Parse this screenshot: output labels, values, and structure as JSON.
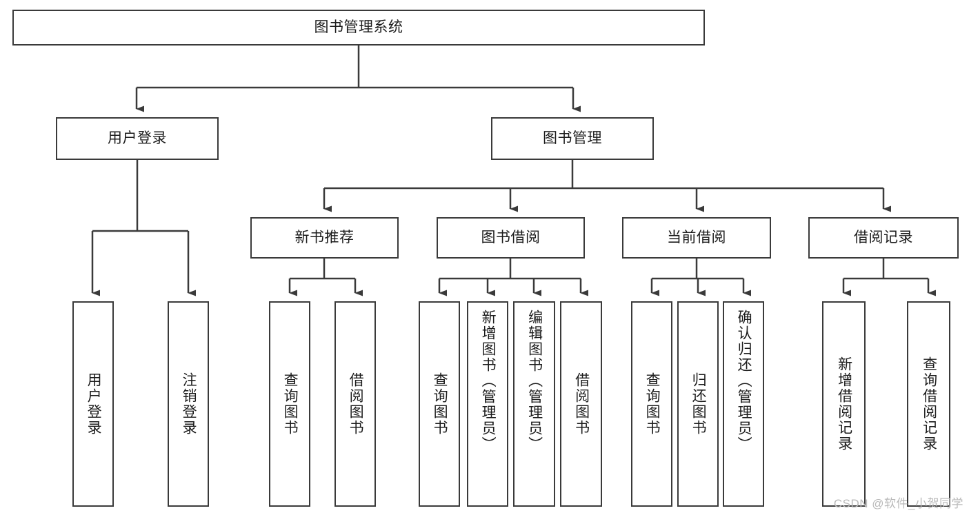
{
  "diagram": {
    "type": "tree-hierarchy",
    "title": "图书管理系统",
    "orientation": "top-down",
    "colors": {
      "box_border": "#3a3a3a",
      "box_fill": "#ffffff",
      "connector": "#3a3a3a",
      "text": "#1c1c1c",
      "watermark": "#b9b9b9"
    },
    "root": {
      "label": "图书管理系统"
    },
    "level2": [
      {
        "label": "用户登录"
      },
      {
        "label": "图书管理"
      }
    ],
    "level3": [
      {
        "label": "新书推荐"
      },
      {
        "label": "图书借阅"
      },
      {
        "label": "当前借阅"
      },
      {
        "label": "借阅记录"
      }
    ],
    "leaves": {
      "user_login": [
        {
          "label": "用户登录"
        },
        {
          "label": "注销登录"
        }
      ],
      "new_book_recommend": [
        {
          "label": "查询图书"
        },
        {
          "label": "借阅图书"
        }
      ],
      "book_borrow": [
        {
          "label": "查询图书"
        },
        {
          "label": "新增图书（管理员）"
        },
        {
          "label": "编辑图书（管理员）"
        },
        {
          "label": "借阅图书"
        }
      ],
      "current_borrow": [
        {
          "label": "查询图书"
        },
        {
          "label": "归还图书"
        },
        {
          "label": "确认归还（管理员）"
        }
      ],
      "borrow_record": [
        {
          "label": "新增借阅记录"
        },
        {
          "label": "查询借阅记录"
        }
      ]
    }
  },
  "watermark": {
    "text": "CSDN @软件_小贺同学"
  }
}
